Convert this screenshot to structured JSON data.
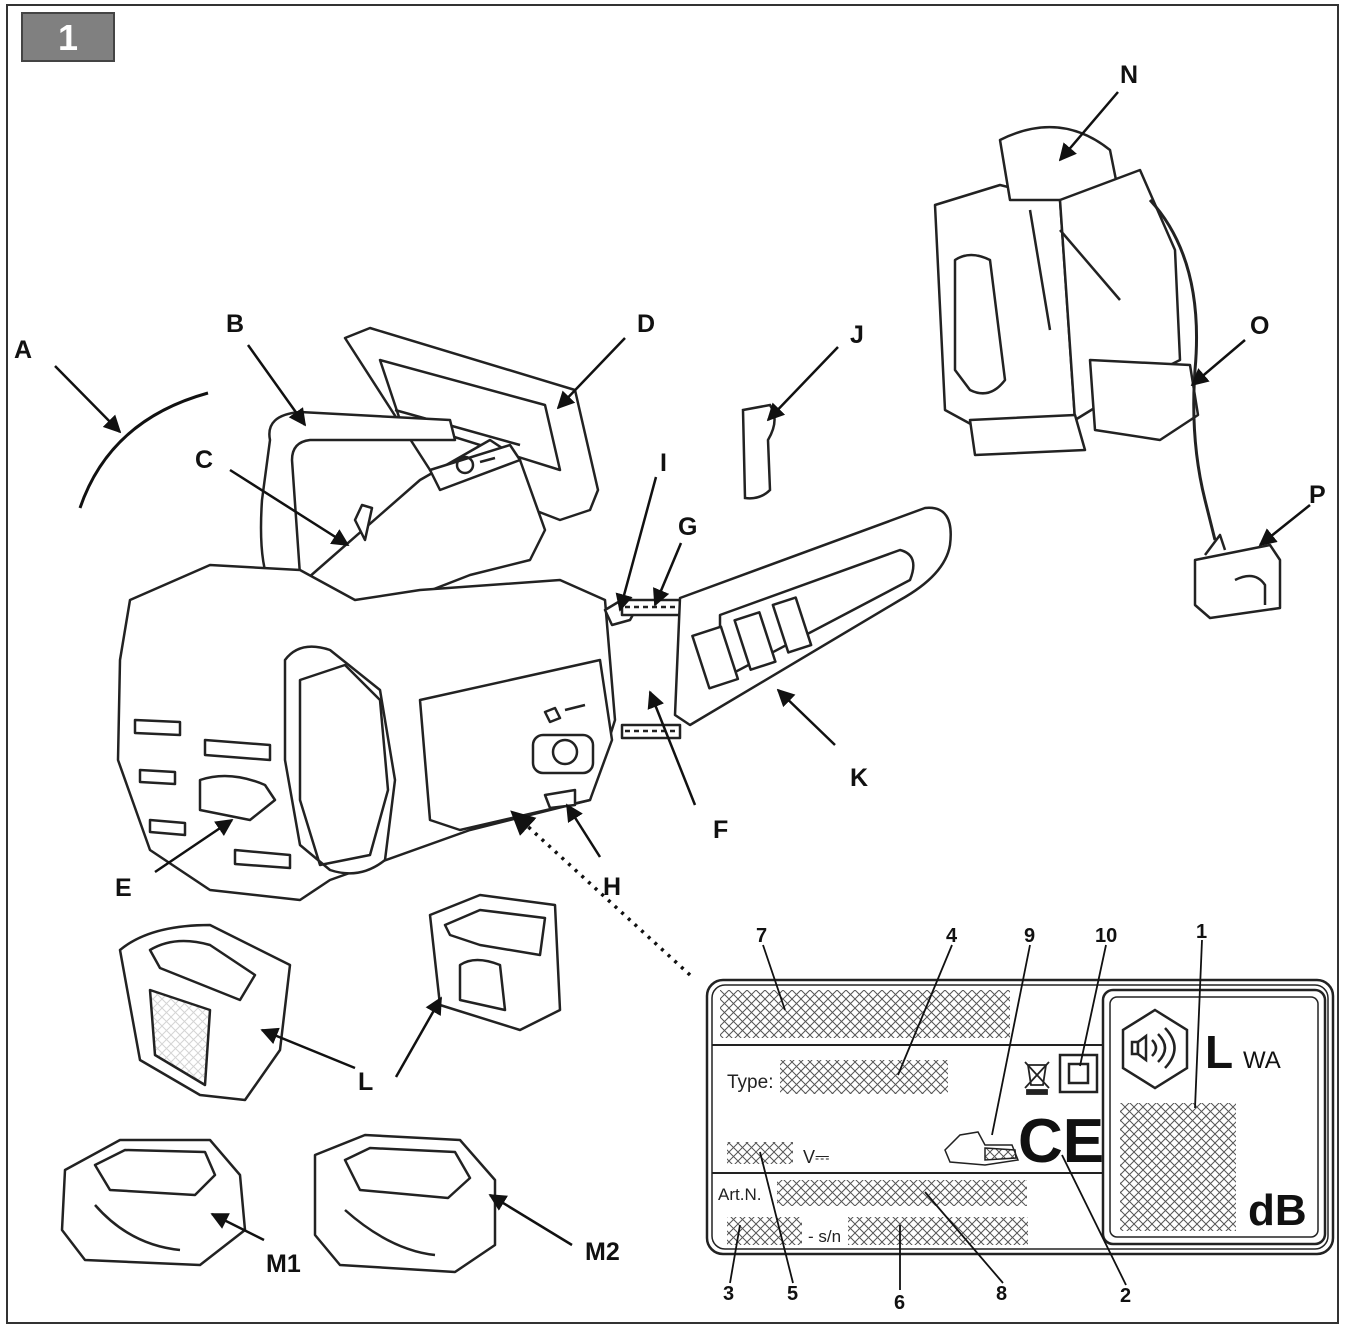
{
  "figure": {
    "number": "1",
    "badge_color": "#808080",
    "line_color": "#111111"
  },
  "callouts": {
    "A": "A",
    "B": "B",
    "C": "C",
    "D": "D",
    "E": "E",
    "F": "F",
    "G": "G",
    "H": "H",
    "I": "I",
    "J": "J",
    "K": "K",
    "L": "L",
    "M1": "M1",
    "M2": "M2",
    "N": "N",
    "O": "O",
    "P": "P"
  },
  "rating_plate": {
    "type_label": "Type:",
    "voltage_unit": "V⎓",
    "art_label": "Art.N.",
    "serial_label": "- s/n",
    "sound_power_symbol": "L",
    "sound_power_subscript": "WA",
    "db_unit": "dB",
    "ce_mark": "CE",
    "numbers": [
      "1",
      "2",
      "3",
      "4",
      "5",
      "6",
      "7",
      "8",
      "9",
      "10"
    ]
  },
  "icons": [
    "loudspeaker-icon",
    "weee-bin-icon",
    "double-insulation-icon",
    "chainsaw-icon",
    "ce-mark-icon"
  ]
}
